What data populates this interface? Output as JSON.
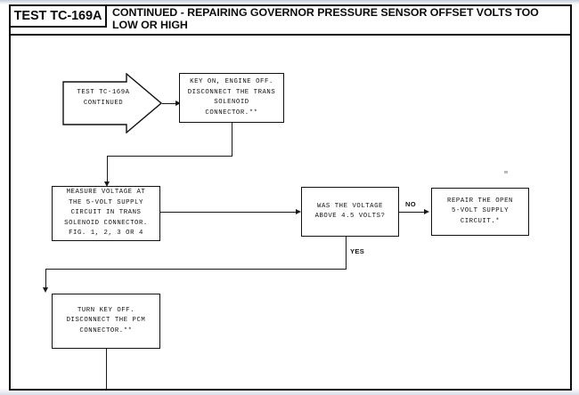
{
  "page": {
    "background_color": "#ffffff",
    "ink_color": "#111111"
  },
  "header": {
    "test_id": "TEST TC-169A",
    "title": "CONTINUED - REPAIRING GOVERNOR PRESSURE SENSOR OFFSET VOLTS TOO LOW OR HIGH"
  },
  "flowchart": {
    "nodes": {
      "start": {
        "shape": "arrow-pentagon",
        "text": "TEST TC-169A\nCONTINUED"
      },
      "key_on": {
        "shape": "rectangle",
        "text": "KEY ON, ENGINE OFF.\nDISCONNECT THE TRANS\nSOLENOID\nCONNECTOR.**"
      },
      "measure_voltage": {
        "shape": "rectangle",
        "text": "MEASURE VOLTAGE AT\nTHE 5-VOLT SUPPLY\nCIRCUIT IN TRANS\nSOLENOID CONNECTOR.\nFIG. 1, 2, 3 OR 4"
      },
      "decision_voltage": {
        "shape": "rectangle",
        "text": "WAS THE VOLTAGE\nABOVE 4.5 VOLTS?"
      },
      "repair_open": {
        "shape": "rectangle",
        "text": "REPAIR THE OPEN\n5-VOLT SUPPLY\nCIRCUIT.*"
      },
      "turn_key_off": {
        "shape": "rectangle",
        "text": "TURN KEY OFF.\nDISCONNECT THE PCM\nCONNECTOR.**"
      }
    },
    "edge_labels": {
      "no": "NO",
      "yes": "YES"
    }
  }
}
